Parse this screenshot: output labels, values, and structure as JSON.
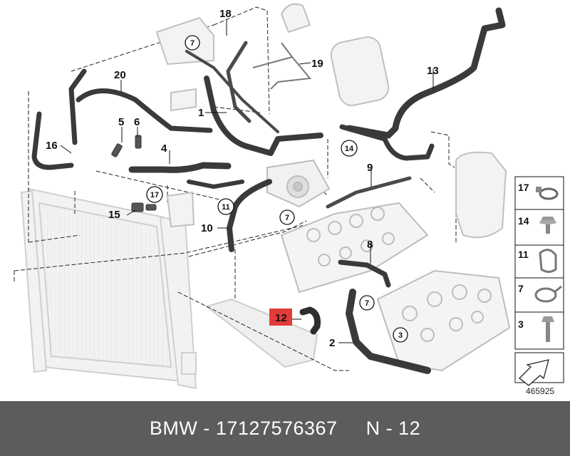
{
  "diagram": {
    "figure_number": "465925",
    "callouts": {
      "c18": "18",
      "c19": "19",
      "c20": "20",
      "c13": "13",
      "c1": "1",
      "c5": "5",
      "c6": "6",
      "c16": "16",
      "c4": "4",
      "c9": "9",
      "c15": "15",
      "c10": "10",
      "c8": "8",
      "c12": "12",
      "c2": "2"
    },
    "circled_callouts": {
      "c7a": "7",
      "c14": "14",
      "c17": "17",
      "c11": "11",
      "c7b": "7",
      "c7c": "7",
      "c3": "3"
    },
    "legend": [
      "17",
      "14",
      "11",
      "7",
      "3"
    ],
    "highlight_color": "#e33b3b"
  },
  "footer": {
    "part_code": "BMW - 17127576367",
    "item_ref": "N - 12"
  }
}
